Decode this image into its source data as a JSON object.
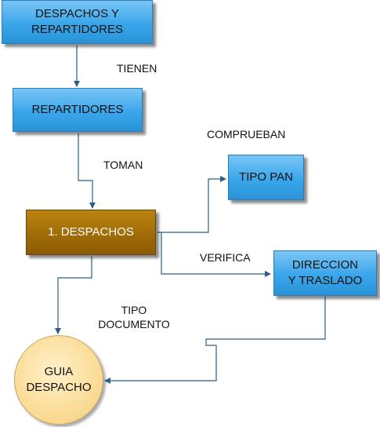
{
  "nodes": {
    "despachos_repartidores": "DESPACHOS Y\nREPARTIDORES",
    "repartidores": "REPARTIDORES",
    "despachos": "1. DESPACHOS",
    "tipo_pan": "TIPO PAN",
    "direccion_traslado": "DIRECCION\nY TRASLADO",
    "guia_despacho": "GUIA\nDESPACHO"
  },
  "edges": {
    "tienen": "TIENEN",
    "toman": "TOMAN",
    "comprueban": "COMPRUEBAN",
    "verifica": "VERIFICA",
    "tipo_documento": "TIPO\nDOCUMENTO"
  },
  "colors": {
    "process_blue": "#3aa6ea",
    "process_brown": "#a36e08",
    "terminal_cream": "#fbdc98",
    "connector": "#2b5f8a"
  }
}
